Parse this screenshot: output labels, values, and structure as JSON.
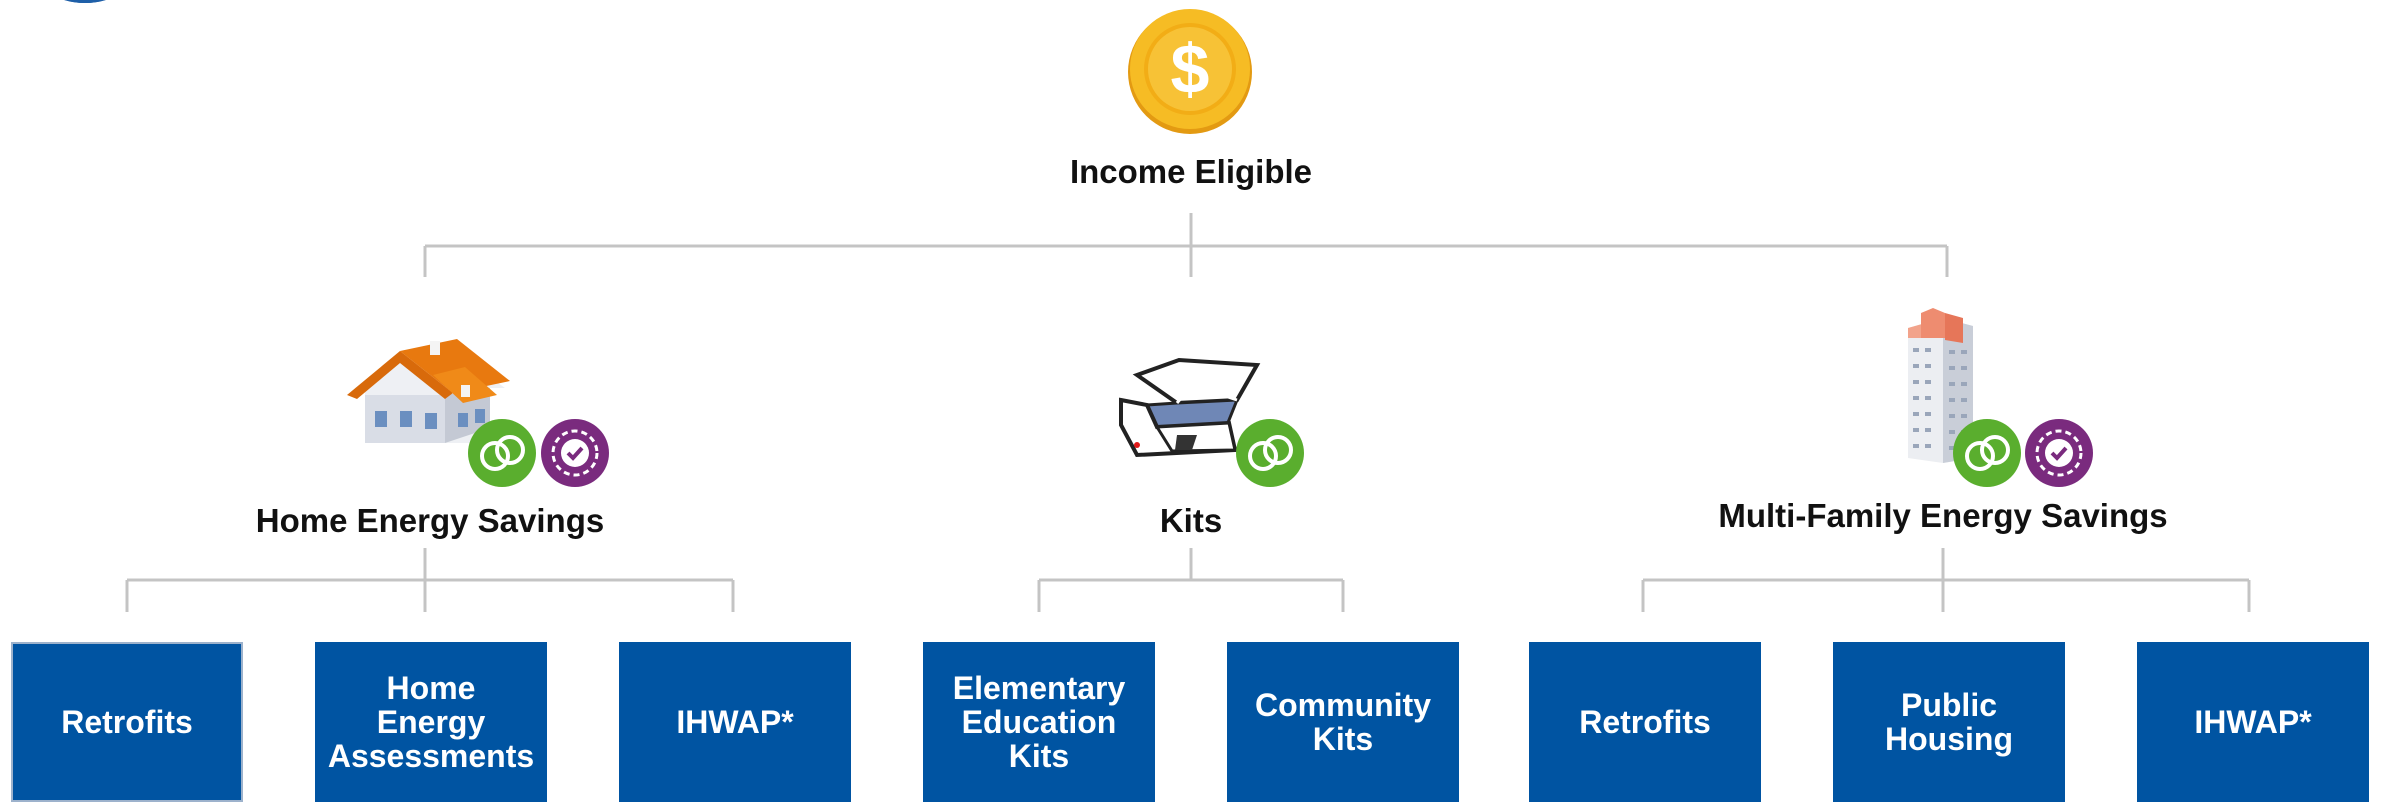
{
  "root": {
    "label": "Income Eligible",
    "icon": "dollar-coin-icon"
  },
  "programs": [
    {
      "label": "Home Energy Savings",
      "icons": [
        "house-icon",
        "green-cycle-badge-icon",
        "purple-gear-check-badge-icon"
      ],
      "children": [
        {
          "label": "Retrofits"
        },
        {
          "label": "Home\nEnergy\nAssessments"
        },
        {
          "label": "IHWAP*"
        }
      ]
    },
    {
      "label": "Kits",
      "icons": [
        "open-box-icon",
        "green-cycle-badge-icon"
      ],
      "children": [
        {
          "label": "Elementary\nEducation\nKits"
        },
        {
          "label": "Community\nKits"
        }
      ]
    },
    {
      "label": "Multi-Family Energy Savings",
      "icons": [
        "apartment-building-icon",
        "green-cycle-badge-icon",
        "purple-gear-check-badge-icon"
      ],
      "children": [
        {
          "label": "Retrofits"
        },
        {
          "label": "Public\nHousing"
        },
        {
          "label": "IHWAP*"
        }
      ]
    }
  ],
  "colors": {
    "leaf_fill": "#0054a2",
    "connector": "#c4c4c4",
    "coin": "#f2b51c",
    "badge_green": "#5aae2e",
    "badge_purple": "#7a2b7e"
  }
}
